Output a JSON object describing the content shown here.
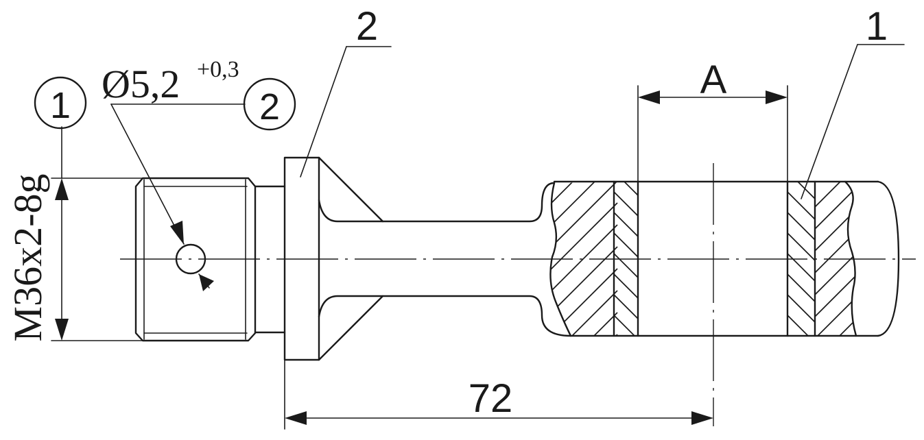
{
  "labels": {
    "leader_top_left": "2",
    "leader_top_right": "1",
    "diameter_main": "Ø5,2",
    "diameter_tolerance": "+0,3",
    "circle_1": "1",
    "circle_2": "2",
    "dim_A": "A",
    "dim_72": "72",
    "thread": "M36x2-8g"
  },
  "colors": {
    "line": "#1a1a1a",
    "background": "#ffffff"
  }
}
